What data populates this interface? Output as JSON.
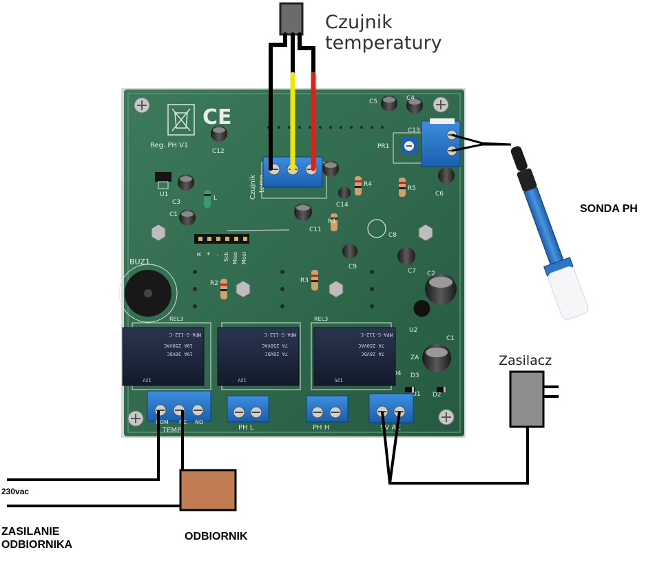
{
  "labels": {
    "temp_sensor_line1": "Czujnik",
    "temp_sensor_line2": "temperatury",
    "ph_probe": "SONDA PH",
    "power_supply": "Zasilacz",
    "mains_voltage": "230vac",
    "load_power_line1": "ZASILANIE",
    "load_power_line2": "ODBIORNIKA",
    "load": "ODBIORNIK"
  },
  "board_silkscreen": {
    "title": "Reg. PH V1",
    "ce_mark": "CE",
    "temp_connector_line1": "Czujnik",
    "temp_connector_line2": "temp.",
    "buzzer": "BUZ1",
    "relay_label": "REL3",
    "relay_model": "MPA-S-112-C",
    "relay_voltage": "12V",
    "relay_rating_1": "10A 250VAC",
    "relay_rating_2": "10A 30VDC",
    "relay_rating_3": "7A 250VAC",
    "relay_rating_4": "7A 28VDC",
    "terminal_temp": "TEMP.",
    "terminal_ph_low": "PH L",
    "terminal_ph_high": "PH H",
    "terminal_power": "9V AC",
    "terminal_com": "COM",
    "terminal_nc": "NC",
    "terminal_no": "NO",
    "parts": [
      "C12",
      "C3",
      "C1",
      "U1",
      "L",
      "C5",
      "C4",
      "C13",
      "PR1",
      "C6",
      "C2",
      "C1",
      "C14",
      "C11",
      "R1",
      "R4",
      "R5",
      "C8",
      "C9",
      "C7",
      "R2",
      "R3",
      "U2",
      "D3",
      "D4",
      "D1",
      "D2",
      "ZA"
    ],
    "prog_header": [
      "R",
      "+",
      "-",
      "Sck",
      "Miso",
      "Mosi"
    ]
  },
  "colors": {
    "board": "#2f6a4e",
    "terminal_block": "#1f6fc4",
    "wire_yellow": "#f2e600",
    "wire_red": "#d8221c",
    "probe_blue": "#2b76c8",
    "load_box": "#c27c54",
    "supply_box": "#8e8e8e"
  }
}
